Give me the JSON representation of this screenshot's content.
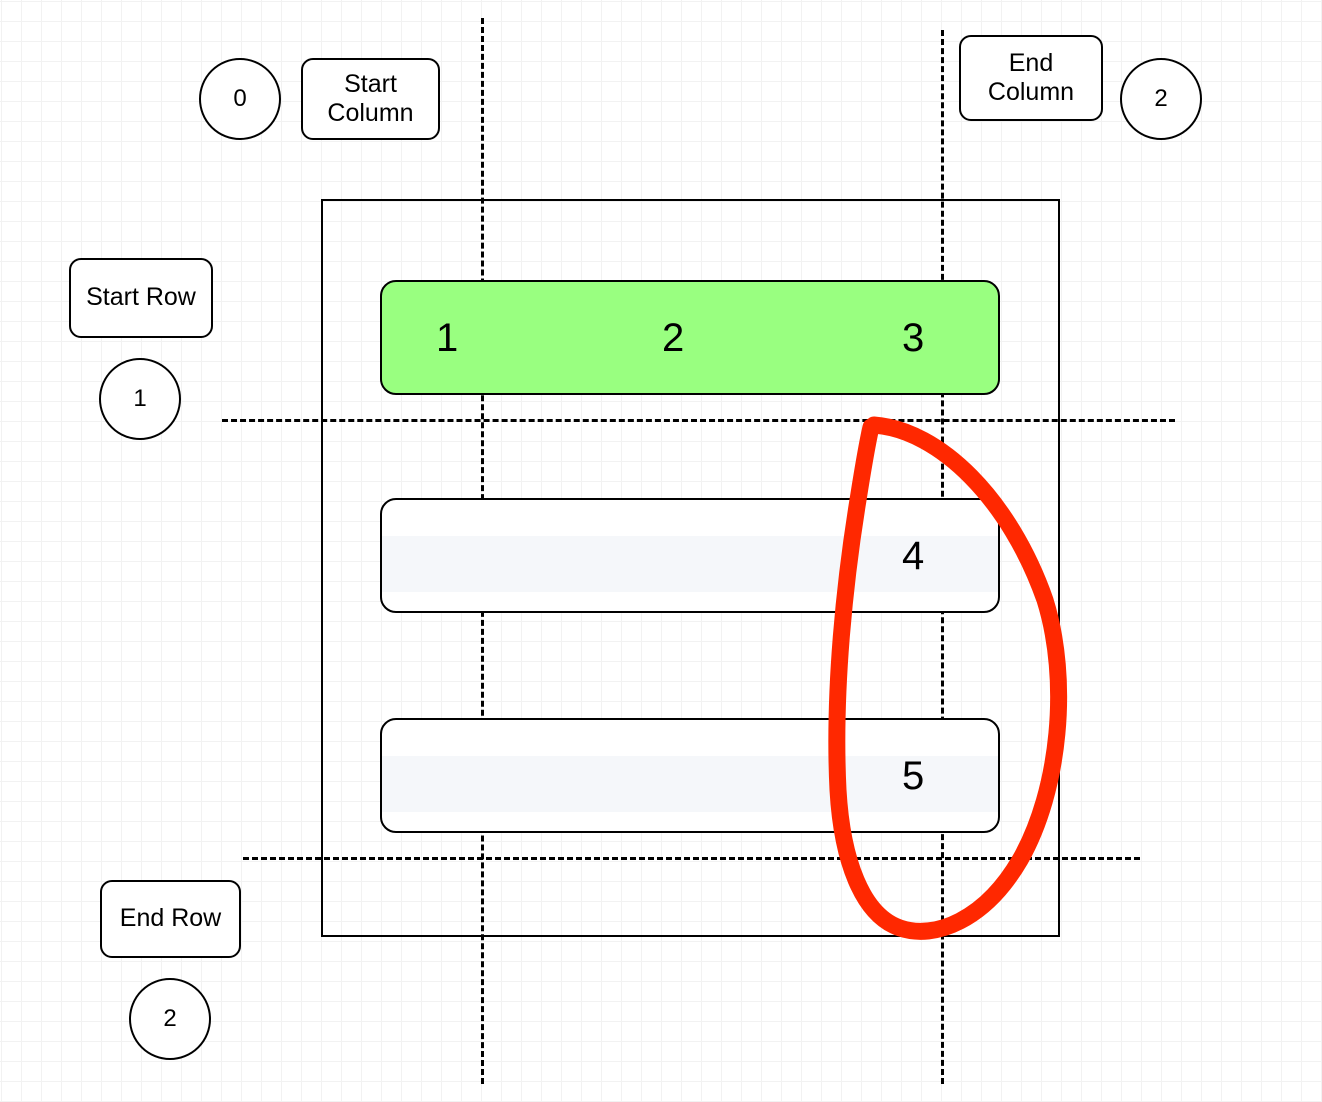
{
  "diagram": {
    "title": "Table row/column range selection diagram",
    "colors": {
      "highlight_green": "#99ff80",
      "annotation_red": "#ff2800",
      "band_gray": "#f5f7fa",
      "stroke_black": "#000000",
      "grid_minor": "#f2f2f2",
      "grid_major": "#d9d9d9"
    }
  },
  "labels": {
    "start_column": "Start\nColumn",
    "end_column": "End\nColumn",
    "start_row": "Start Row",
    "end_row": "End Row"
  },
  "indices": {
    "start_column_value": "0",
    "end_column_value": "2",
    "start_row_value": "1",
    "end_row_value": "2"
  },
  "grid_cells": {
    "row_one": [
      "1",
      "2",
      "3"
    ],
    "row_two": [
      "4"
    ],
    "row_three": [
      "5"
    ]
  },
  "rows": [
    {
      "name": "row-1-highlighted",
      "cells": [
        "1",
        "2",
        "3"
      ],
      "highlighted": "true"
    },
    {
      "name": "row-2",
      "cells": [
        "4"
      ],
      "highlighted": "false"
    },
    {
      "name": "row-3",
      "cells": [
        "5"
      ],
      "highlighted": "false"
    }
  ],
  "annotation": {
    "type": "hand-drawn-loop",
    "color": "#ff2800",
    "encircles": [
      "4",
      "5"
    ]
  }
}
